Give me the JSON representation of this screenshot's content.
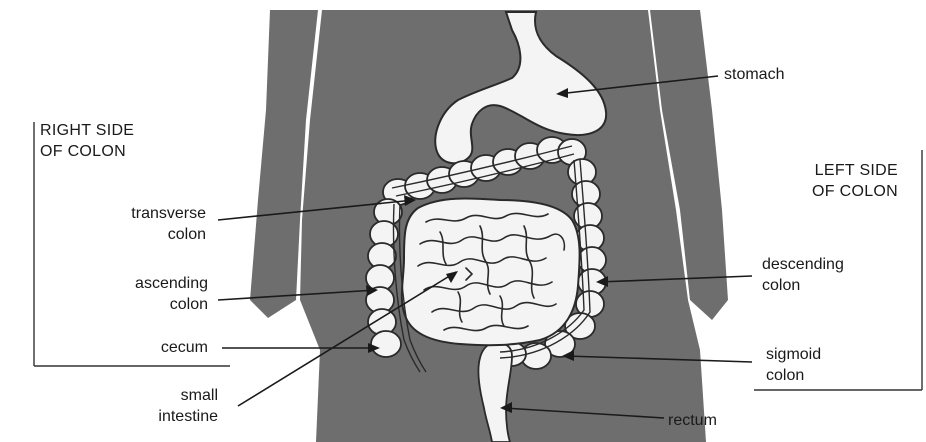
{
  "colors": {
    "body_silhouette": "#6e6e6e",
    "organ_fill": "#f4f4f4",
    "outline": "#2a2a2a",
    "background": "#ffffff"
  },
  "headers": {
    "right_side": [
      "RIGHT SIDE",
      "OF COLON"
    ],
    "left_side": [
      "LEFT SIDE",
      "OF COLON"
    ]
  },
  "labels": {
    "stomach": "stomach",
    "transverse_colon": [
      "transverse",
      "colon"
    ],
    "ascending_colon": [
      "ascending",
      "colon"
    ],
    "cecum": "cecum",
    "small_intestine": [
      "small",
      "intestine"
    ],
    "descending_colon": [
      "descending",
      "colon"
    ],
    "sigmoid_colon": [
      "sigmoid",
      "colon"
    ],
    "rectum": "rectum"
  }
}
